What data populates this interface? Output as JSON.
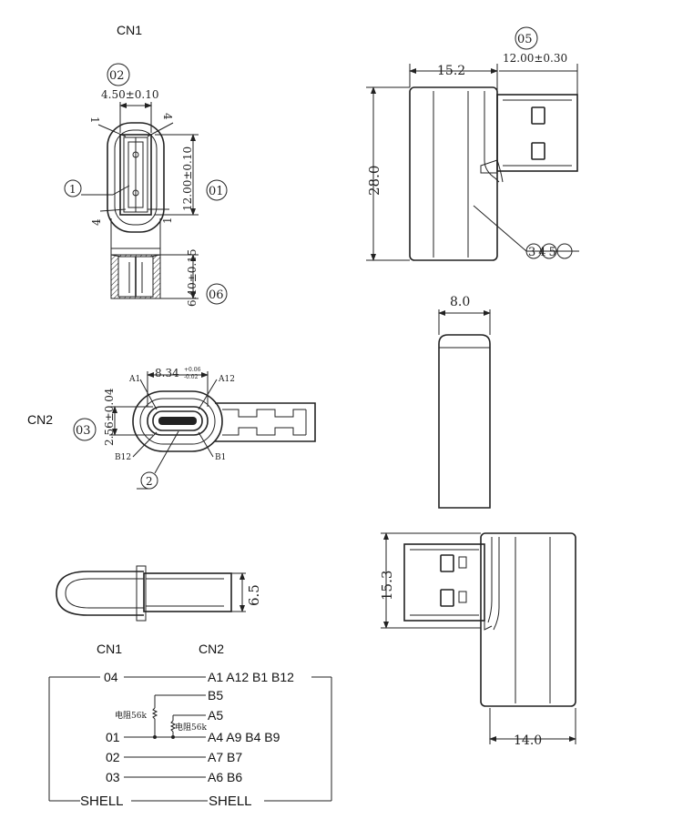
{
  "labels": {
    "cn1_title": "CN1",
    "cn2_title": "CN2",
    "c02": "02",
    "c03": "03",
    "c01": "01",
    "c05": "05",
    "c06": "06",
    "c345": "345",
    "c1": "1",
    "c2": "2",
    "pin1": "1",
    "pin4": "4",
    "pinA1": "A1",
    "pinA12": "A12",
    "pinB12": "B12",
    "pinB1": "B1"
  },
  "dims": {
    "d450": "4.50±0.10",
    "d1200": "12.00±0.10",
    "d640": "6.40±0.15",
    "d152": "15.2",
    "d1200b": "12.00±0.30",
    "d280": "28.0",
    "d80": "8.0",
    "d834": "8.34",
    "d834_tol_hi": "+0.06",
    "d834_tol_lo": "-0.02",
    "d256": "2.56±0.04",
    "d65": "6.5",
    "d153": "15.3",
    "d140": "14.0"
  },
  "schematic": {
    "hdr_cn1": "CN1",
    "hdr_cn2": "CN2",
    "r04_left": "04",
    "r04_right": "A1 A12 B1 B12",
    "r_b5": "B5",
    "r_a5": "A5",
    "res1": "电阻56k",
    "res2": "电阻56k",
    "r01_left": "01",
    "r01_right": "A4 A9 B4 B9",
    "r02_left": "02",
    "r02_right": "A7  B7",
    "r03_left": "03",
    "r03_right": "A6  B6",
    "shell_left": "SHELL",
    "shell_right": "SHELL"
  }
}
